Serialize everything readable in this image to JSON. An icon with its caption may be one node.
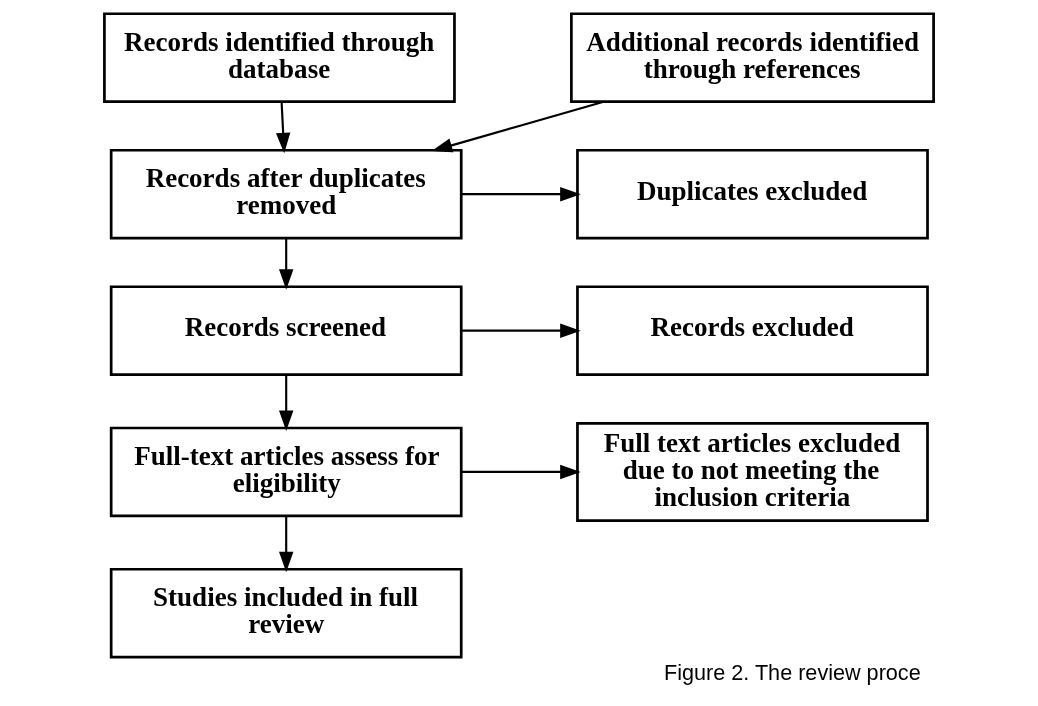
{
  "diagram": {
    "caption": "Figure 2. The review proce",
    "nodes": [
      {
        "text": [
          "Records identified through database"
        ]
      },
      {
        "text": [
          "Additional records identified through references"
        ]
      },
      {
        "text": [
          "Records after duplicates removed"
        ]
      },
      {
        "text": [
          "Duplicates excluded"
        ]
      },
      {
        "text": [
          "Records screened"
        ]
      },
      {
        "text": [
          "Records excluded"
        ]
      },
      {
        "text": [
          "Full-text articles assess for eligibility"
        ]
      },
      {
        "text": [
          "Full text articles excluded due to not meeting the inclusion criteria"
        ]
      },
      {
        "text": [
          "Studies included in full review"
        ]
      }
    ],
    "edges": [
      {
        "from": 0,
        "to": 2,
        "arrow": "to"
      },
      {
        "from": 1,
        "to": 2,
        "arrow": "to"
      },
      {
        "from": 2,
        "to": 3,
        "arrow": "to"
      },
      {
        "from": 2,
        "to": 4,
        "arrow": "to"
      },
      {
        "from": 4,
        "to": 5,
        "arrow": "to"
      },
      {
        "from": 4,
        "to": 6,
        "arrow": "to"
      },
      {
        "from": 6,
        "to": 7,
        "arrow": "to"
      },
      {
        "from": 6,
        "to": 8,
        "arrow": "to"
      }
    ]
  }
}
